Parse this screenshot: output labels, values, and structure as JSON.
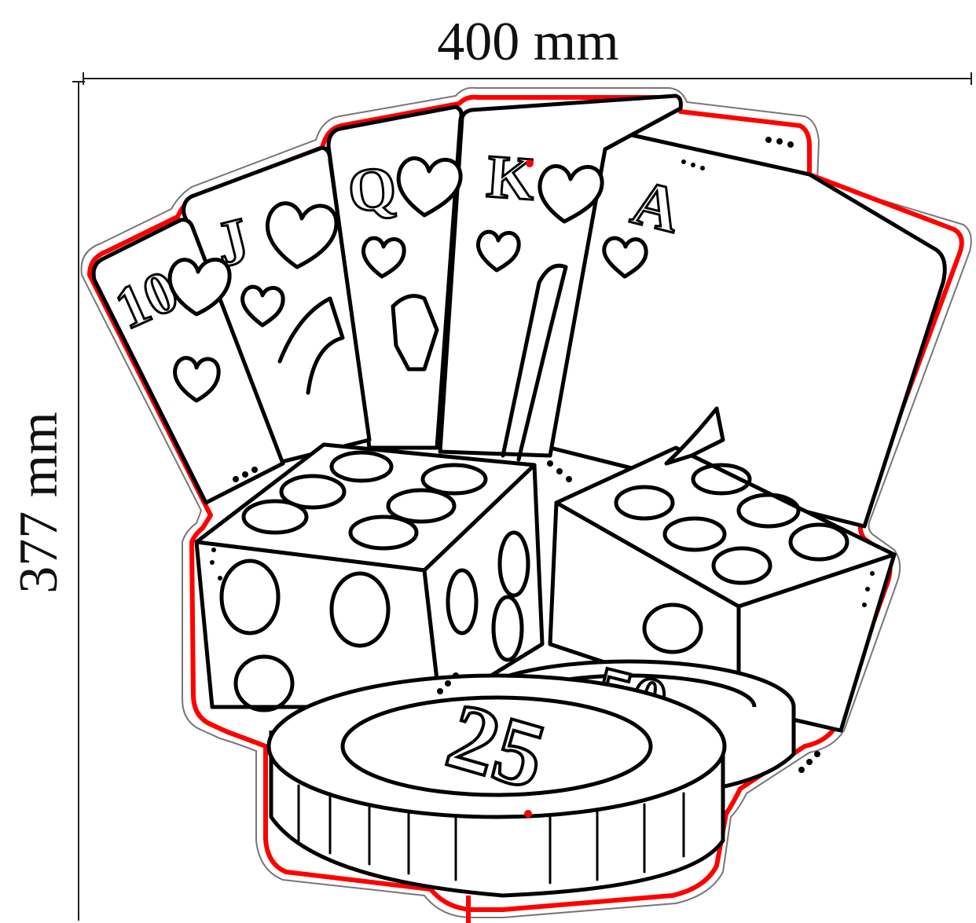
{
  "dimensions": {
    "width_label": "400 mm",
    "height_label": "377 mm"
  },
  "cards": [
    {
      "rank": "10",
      "suit": "heart-icon"
    },
    {
      "rank": "J",
      "suit": "heart-icon"
    },
    {
      "rank": "Q",
      "suit": "heart-icon"
    },
    {
      "rank": "K",
      "suit": "heart-icon"
    },
    {
      "rank": "A",
      "suit": "heart-icon"
    }
  ],
  "chips": [
    {
      "value": "25"
    },
    {
      "value": "50"
    }
  ],
  "colors": {
    "cut_line": "#ff0000",
    "outline": "#000000",
    "outer_contour": "#666666"
  }
}
